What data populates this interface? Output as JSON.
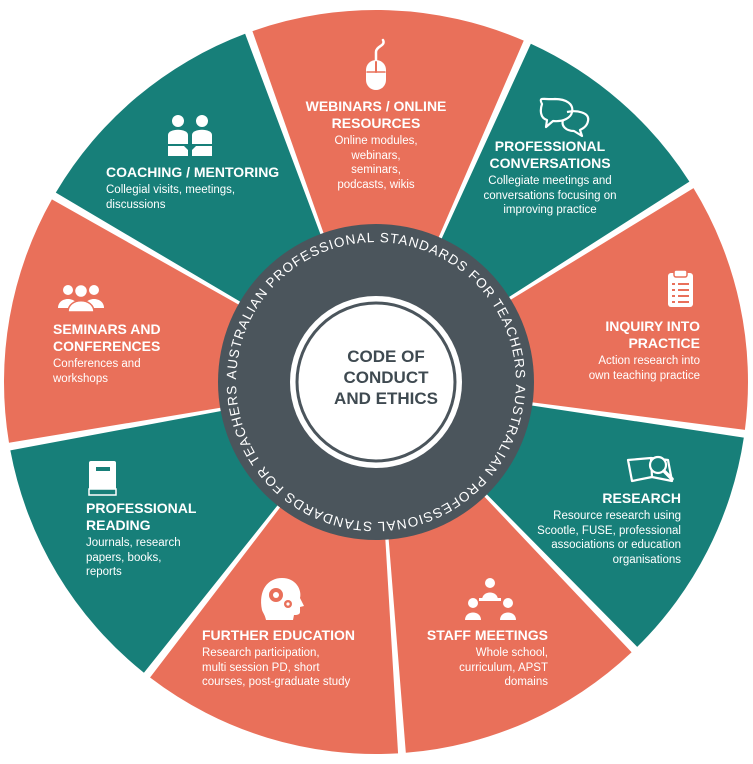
{
  "colors": {
    "teal": "#177f79",
    "coral": "#e9705a",
    "ring": "#4b555c",
    "center": "#ffffff",
    "text_on_segment": "#ffffff",
    "center_text": "#3f4a51"
  },
  "center": {
    "title_lines": [
      "CODE OF",
      "CONDUCT",
      "AND ETHICS"
    ]
  },
  "ring": {
    "text": "AUSTRALIAN PROFESSIONAL STANDARDS FOR TEACHERS"
  },
  "segments": [
    {
      "id": "webinars",
      "color": "coral",
      "icon": "mouse-icon",
      "title_lines": [
        "WEBINARS / ONLINE",
        "RESOURCES"
      ],
      "desc_lines": [
        "Online modules,",
        "webinars,",
        "seminars,",
        "podcasts, wikis"
      ]
    },
    {
      "id": "professional-conversations",
      "color": "teal",
      "icon": "speech-bubbles-icon",
      "title_lines": [
        "PROFESSIONAL",
        "CONVERSATIONS"
      ],
      "desc_lines": [
        "Collegiate meetings and",
        "conversations focusing on",
        "improving practice"
      ]
    },
    {
      "id": "inquiry",
      "color": "coral",
      "icon": "clipboard-icon",
      "title_lines": [
        "INQUIRY INTO",
        "PRACTICE"
      ],
      "desc_lines": [
        "Action research into",
        "own teaching practice"
      ]
    },
    {
      "id": "research",
      "color": "teal",
      "icon": "book-magnifier-icon",
      "title_lines": [
        "RESEARCH"
      ],
      "desc_lines": [
        "Resource research using",
        "Scootle, FUSE, professional",
        "associations or education",
        "organisations"
      ]
    },
    {
      "id": "staff-meetings",
      "color": "coral",
      "icon": "meeting-icon",
      "title_lines": [
        "STAFF MEETINGS"
      ],
      "desc_lines": [
        "Whole school,",
        "curriculum, APST",
        "domains"
      ]
    },
    {
      "id": "further-education",
      "color": "coral",
      "icon": "head-gears-icon",
      "title_lines": [
        "FURTHER EDUCATION"
      ],
      "desc_lines": [
        "Research participation,",
        "multi session PD, short",
        "courses, post-graduate study"
      ]
    },
    {
      "id": "professional-reading",
      "color": "teal",
      "icon": "book-icon",
      "title_lines": [
        "PROFESSIONAL",
        "READING"
      ],
      "desc_lines": [
        "Journals, research",
        "papers, books,",
        "reports"
      ]
    },
    {
      "id": "seminars",
      "color": "coral",
      "icon": "group-icon",
      "title_lines": [
        "SEMINARS AND",
        "CONFERENCES"
      ],
      "desc_lines": [
        "Conferences and",
        "workshops"
      ]
    },
    {
      "id": "coaching",
      "color": "teal",
      "icon": "coaching-icon",
      "title_lines": [
        "COACHING / MENTORING"
      ],
      "desc_lines": [
        "Collegial visits, meetings,",
        "discussions"
      ]
    }
  ]
}
